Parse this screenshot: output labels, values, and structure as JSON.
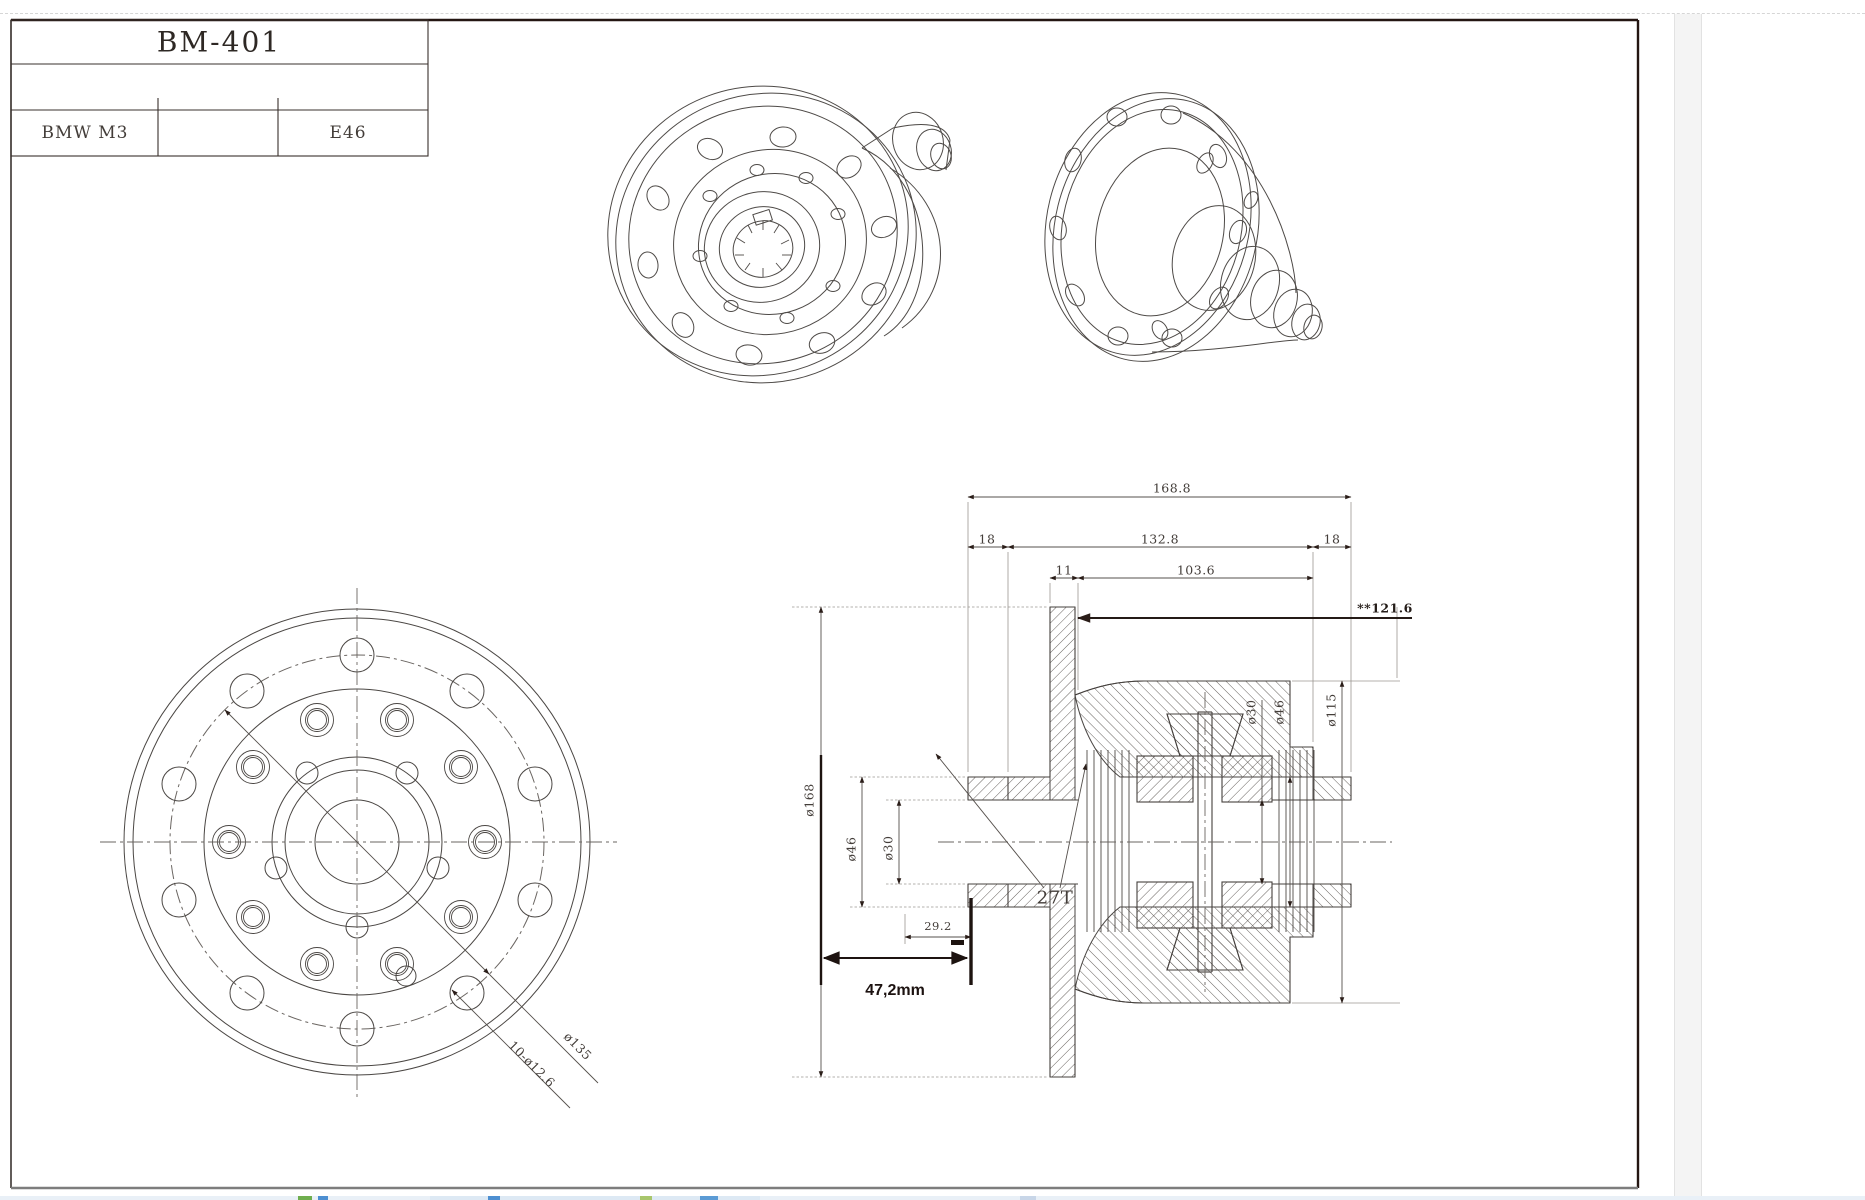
{
  "title_block": {
    "part_number": "BM-401",
    "make_model": "BMW M3",
    "chassis": "E46",
    "empty_cell": ""
  },
  "section_view": {
    "total_length": "168.8",
    "left_hub_width": "18",
    "body_length": "132.8",
    "right_hub_width": "18",
    "flange_thickness": "11",
    "case_length": "103.6",
    "ref_length": "**121.6",
    "flange_od": "ø168",
    "hub_od_left": "ø46",
    "bore_left": "ø30",
    "bore_right": "ø30",
    "hub_od_right": "ø46",
    "case_od": "ø115",
    "stack_width": "29.2",
    "teeth_count": "27T"
  },
  "front_view": {
    "bolt_circle_dia": "ø135",
    "bolt_holes": "10-ø12.6"
  },
  "annotation": {
    "measured_length": "47,2mm"
  },
  "colors": {
    "line": "#474240",
    "dim_line": "#5a5550",
    "arrow": "#2a1d18",
    "bold_annotation": "#1d1310",
    "frame_dark": "#241612",
    "frame_bottom": "#7d7d7d",
    "scroll_strip": "#f4f4f4",
    "taskbar": "#e9f0f7"
  }
}
